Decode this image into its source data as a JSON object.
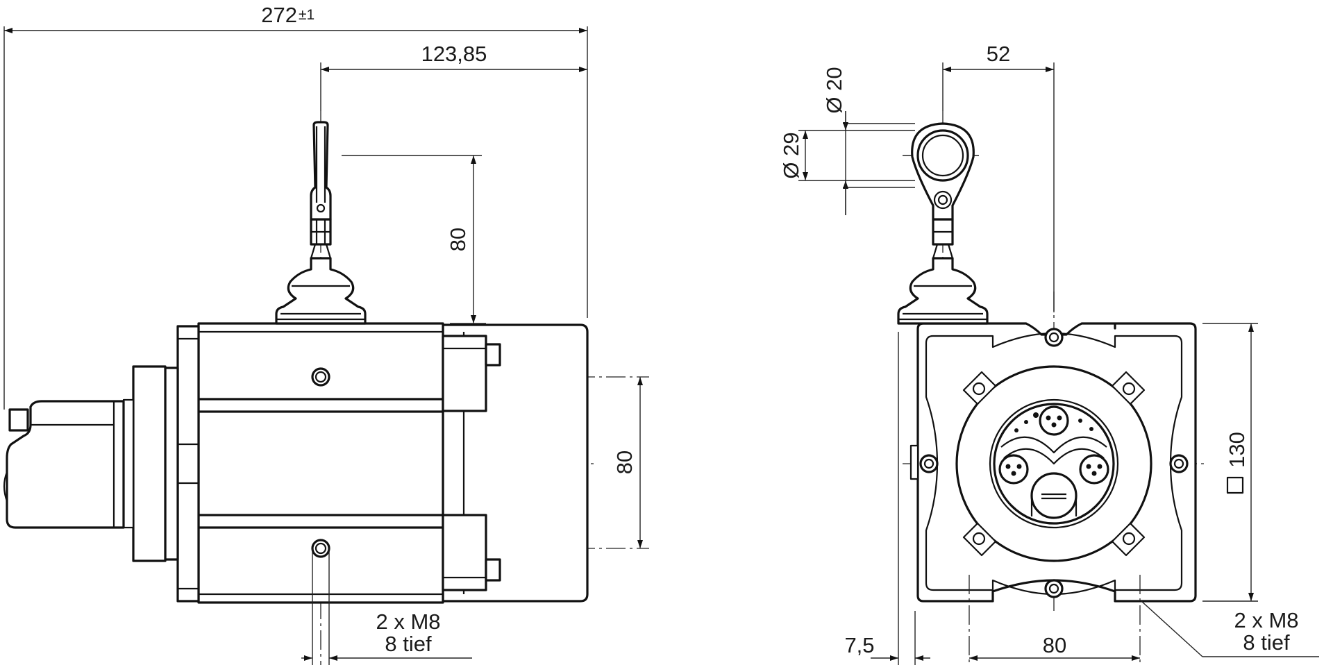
{
  "dimensions": {
    "overall_length": "272",
    "overall_tolerance": "±1",
    "axis_to_back": "123,85",
    "cable_height": "80",
    "hole_spacing_side": "80",
    "thread_side": [
      "2 x M8",
      "8 tief"
    ],
    "eye_inner_diameter": "Ø 20",
    "eye_outer_diameter": "Ø 29",
    "eye_offset": "52",
    "square_size": "130",
    "edge_offset": "7,5",
    "hole_spacing_front": "80",
    "thread_front": [
      "2 x M8",
      "8 tief"
    ]
  }
}
